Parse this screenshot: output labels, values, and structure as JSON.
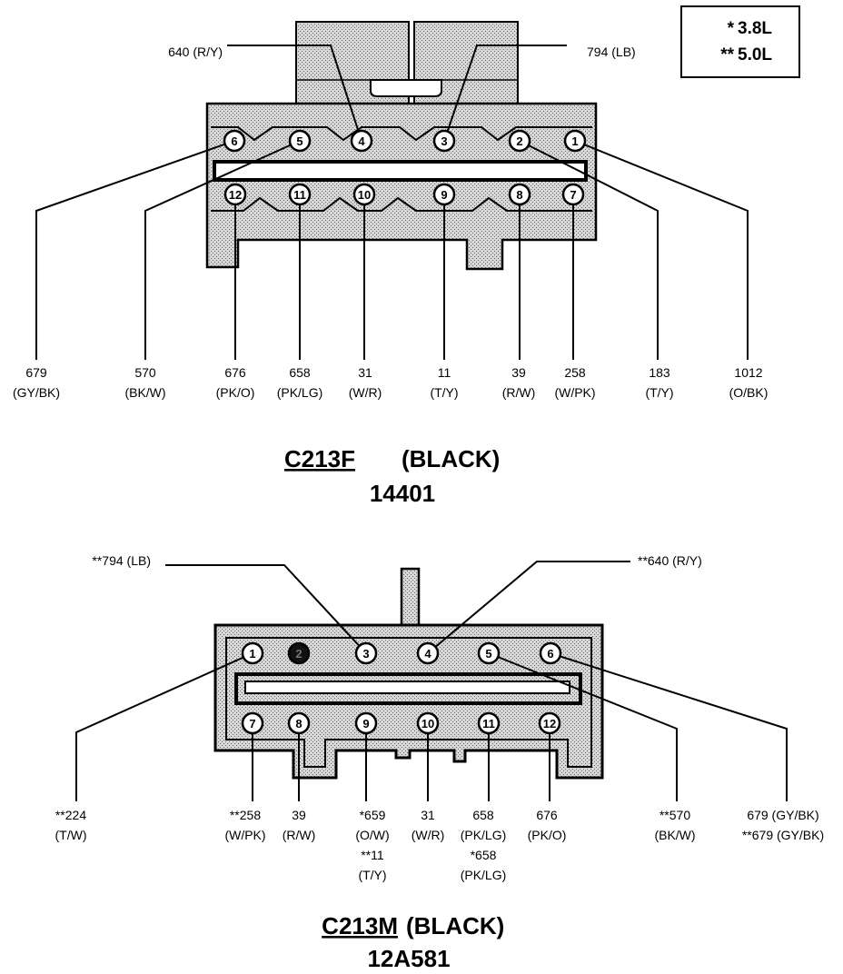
{
  "legend": {
    "line1_mark": "*",
    "line1_value": "3.8L",
    "line2_mark": "**",
    "line2_value": "5.0L"
  },
  "top_connector": {
    "name": "C213F",
    "color": "(BLACK)",
    "part": "14401",
    "upper_labels": [
      "640 (R/Y)",
      "794 (LB)"
    ],
    "pins_top_row": [
      "6",
      "5",
      "4",
      "3",
      "2",
      "1"
    ],
    "pins_bottom_row": [
      "12",
      "11",
      "10",
      "9",
      "8",
      "7"
    ],
    "wires": [
      {
        "circuit": "679",
        "color": "(GY/BK)"
      },
      {
        "circuit": "570",
        "color": "(BK/W)"
      },
      {
        "circuit": "676",
        "color": "(PK/O)"
      },
      {
        "circuit": "658",
        "color": "(PK/LG)"
      },
      {
        "circuit": "31",
        "color": "(W/R)"
      },
      {
        "circuit": "11",
        "color": "(T/Y)"
      },
      {
        "circuit": "39",
        "color": "(R/W)"
      },
      {
        "circuit": "258",
        "color": "(W/PK)"
      },
      {
        "circuit": "183",
        "color": "(T/Y)"
      },
      {
        "circuit": "1012",
        "color": "(O/BK)"
      }
    ]
  },
  "bottom_connector": {
    "name": "C213M",
    "color": "(BLACK)",
    "part": "12A581",
    "upper_labels": [
      "**794 (LB)",
      "**640 (R/Y)"
    ],
    "pins_top_row": [
      "1",
      "2",
      "3",
      "4",
      "5",
      "6"
    ],
    "pins_bottom_row": [
      "7",
      "8",
      "9",
      "10",
      "11",
      "12"
    ],
    "wires": [
      {
        "lines": [
          "**224",
          "(T/W)"
        ]
      },
      {
        "lines": [
          "**258",
          "(W/PK)"
        ]
      },
      {
        "lines": [
          "39",
          "(R/W)"
        ]
      },
      {
        "lines": [
          "*659",
          "(O/W)",
          "**11",
          "(T/Y)"
        ]
      },
      {
        "lines": [
          "31",
          "(W/R)"
        ]
      },
      {
        "lines": [
          "658",
          "(PK/LG)",
          "*658",
          "(PK/LG)"
        ]
      },
      {
        "lines": [
          "676",
          "(PK/O)"
        ]
      },
      {
        "lines": [
          "**570",
          "(BK/W)"
        ]
      },
      {
        "lines": [
          "679 (GY/BK)",
          "**679 (GY/BK)"
        ]
      }
    ]
  }
}
